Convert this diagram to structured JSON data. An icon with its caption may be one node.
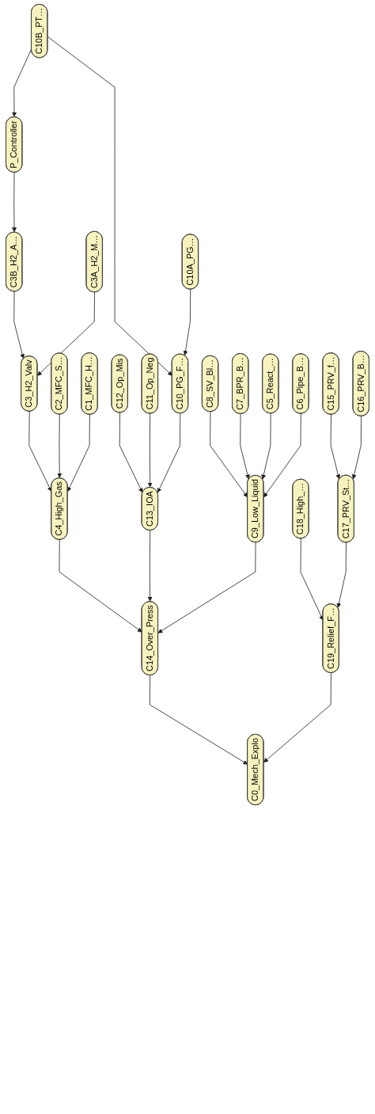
{
  "diagram": {
    "nodes": [
      {
        "text": [
          "P_Controller"
        ]
      },
      {
        "text": [
          "C10B_PT…"
        ]
      },
      {
        "text": [
          "C12_Op_Mis"
        ]
      },
      {
        "text": [
          "C11_Op_Neg"
        ]
      },
      {
        "text": [
          "C10_PG_F…"
        ]
      },
      {
        "text": [
          "C10A_PG…"
        ]
      },
      {
        "text": [
          "C3B_H2_A…"
        ]
      },
      {
        "text": [
          "C13_IOA"
        ]
      },
      {
        "text": [
          "C8_SV_Bl…"
        ]
      },
      {
        "text": [
          "C7_BPR_B…"
        ]
      },
      {
        "text": [
          "C3A_H2_M…"
        ]
      },
      {
        "text": [
          "C3_H2_Valv"
        ]
      },
      {
        "text": [
          "C2_MFC_S…"
        ]
      },
      {
        "text": [
          "C4_High_Gas"
        ]
      },
      {
        "text": [
          "C1_MFC_H…"
        ]
      },
      {
        "text": [
          "C14_Over_Press"
        ]
      },
      {
        "text": [
          "C9_Low_Liquid"
        ]
      },
      {
        "text": [
          "C5_React_…"
        ]
      },
      {
        "text": [
          "C6_Pipe_B…"
        ]
      },
      {
        "text": [
          "C0_Mech_Explo"
        ]
      },
      {
        "text": [
          "C19_Relief_F…"
        ]
      },
      {
        "text": [
          "C18_High_…"
        ]
      },
      {
        "text": [
          "C17_PRV_St…"
        ]
      },
      {
        "text": [
          "C15_PRV_f…"
        ]
      },
      {
        "text": [
          "C16_PRV_B…"
        ]
      }
    ],
    "edges": [
      {
        "from": 1,
        "to": 0,
        "arrow": "to"
      },
      {
        "from": 0,
        "to": 6,
        "arrow": "to"
      },
      {
        "from": 1,
        "to": 4,
        "arrow": "to"
      },
      {
        "from": 5,
        "to": 4,
        "arrow": "to"
      },
      {
        "from": 2,
        "to": 7,
        "arrow": "to"
      },
      {
        "from": 3,
        "to": 7,
        "arrow": "to"
      },
      {
        "from": 4,
        "to": 7,
        "arrow": "to"
      },
      {
        "from": 6,
        "to": 11,
        "arrow": "to"
      },
      {
        "from": 10,
        "to": 11,
        "arrow": "to"
      },
      {
        "from": 11,
        "to": 13,
        "arrow": "to"
      },
      {
        "from": 12,
        "to": 13,
        "arrow": "to"
      },
      {
        "from": 14,
        "to": 13,
        "arrow": "to"
      },
      {
        "from": 13,
        "to": 15,
        "arrow": "to"
      },
      {
        "from": 7,
        "to": 15,
        "arrow": "to"
      },
      {
        "from": 8,
        "to": 16,
        "arrow": "to"
      },
      {
        "from": 9,
        "to": 16,
        "arrow": "to"
      },
      {
        "from": 16,
        "to": 15,
        "arrow": "to"
      },
      {
        "from": 17,
        "to": 16,
        "arrow": "to"
      },
      {
        "from": 18,
        "to": 16,
        "arrow": "to"
      },
      {
        "from": 15,
        "to": 19,
        "arrow": "to"
      },
      {
        "from": 20,
        "to": 19,
        "arrow": "to"
      },
      {
        "from": 21,
        "to": 20,
        "arrow": "to"
      },
      {
        "from": 22,
        "to": 20,
        "arrow": "to"
      },
      {
        "from": 23,
        "to": 22,
        "arrow": "to"
      },
      {
        "from": 24,
        "to": 22,
        "arrow": "to"
      }
    ]
  }
}
